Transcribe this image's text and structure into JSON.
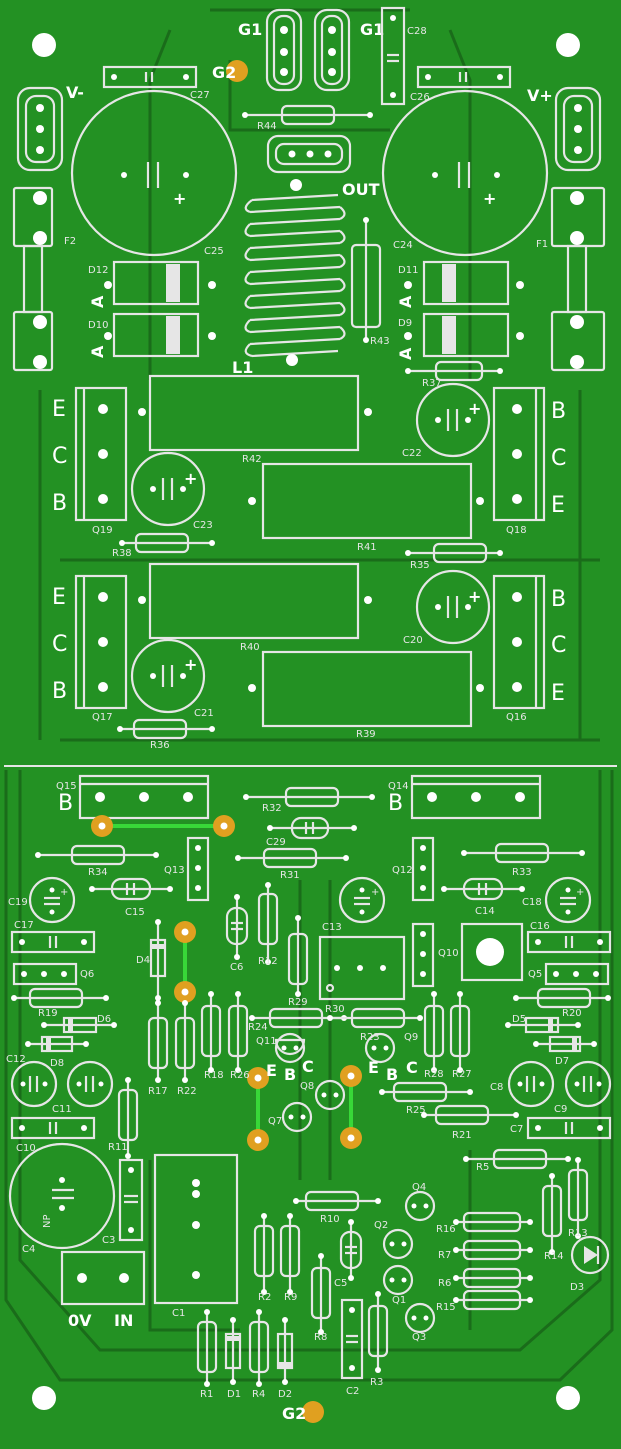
{
  "colors": {
    "board": "#239123",
    "copper": "#1a6c1a",
    "silk": "#e6e6e6",
    "hole": "#ffffff",
    "pad_gold": "#e0a020",
    "jumper": "#38d838"
  },
  "labels": {
    "g1_left": "G1",
    "g1_right": "G1",
    "g2_top": "G2",
    "g2_bottom": "G2",
    "v_minus": "V-",
    "v_plus": "V+",
    "out": "OUT",
    "l1": "L1",
    "zero_v": "0V",
    "in": "IN",
    "np": "NP"
  },
  "refs": {
    "c28": "C28",
    "c27": "C27",
    "c26": "C26",
    "r44": "R44",
    "f2": "F2",
    "f1": "F1",
    "c25": "C25",
    "c24": "C24",
    "d12": "D12",
    "d11": "D11",
    "d10": "D10",
    "d9": "D9",
    "r43": "R43",
    "r37": "R37",
    "r42": "R42",
    "c22": "C22",
    "q19": "Q19",
    "q18": "Q18",
    "c23": "C23",
    "r41": "R41",
    "r38": "R38",
    "r35": "R35",
    "r40": "R40",
    "c20": "C20",
    "c21": "C21",
    "q17": "Q17",
    "q16": "Q16",
    "r39": "R39",
    "r36": "R36",
    "q15": "Q15",
    "q14": "Q14",
    "r32": "R32",
    "c29": "C29",
    "r34": "R34",
    "r31": "R31",
    "r33": "R33",
    "q13": "Q13",
    "q12": "Q12",
    "c19": "C19",
    "c15": "C15",
    "c14": "C14",
    "c18": "C18",
    "c17": "C17",
    "c16": "C16",
    "c6": "C6",
    "r12": "R12",
    "c13": "C13",
    "q10": "Q10",
    "d4": "D4",
    "q6": "Q6",
    "q5": "Q5",
    "r19": "R19",
    "r20": "R20",
    "d6": "D6",
    "d5": "D5",
    "d8": "D8",
    "d7": "D7",
    "c12": "C12",
    "r29": "R29",
    "r30": "R30",
    "r24": "R24",
    "r23": "R23",
    "q11": "Q11",
    "q9": "Q9",
    "r17": "R17",
    "r22": "R22",
    "r18": "R18",
    "r26": "R26",
    "r28": "R28",
    "r27": "R27",
    "q8": "Q8",
    "q7": "Q7",
    "c11": "C11",
    "c10": "C10",
    "c8": "C8",
    "c9": "C9",
    "c7": "C7",
    "r25": "R25",
    "r21": "R21",
    "r11": "R11",
    "r5": "R5",
    "c4": "C4",
    "c3": "C3",
    "c1": "C1",
    "r10": "R10",
    "q4": "Q4",
    "q2": "Q2",
    "r16": "R16",
    "r7": "R7",
    "r6": "R6",
    "r15": "R15",
    "r13": "R13",
    "r14": "R14",
    "d3": "D3",
    "c5": "C5",
    "r2": "R2",
    "r9": "R9",
    "r8": "R8",
    "q1": "Q1",
    "q3": "Q3",
    "c2": "C2",
    "r3": "R3",
    "r1": "R1",
    "d1": "D1",
    "r4": "R4",
    "d2": "D2"
  },
  "pins": {
    "e": "E",
    "c": "C",
    "b": "B",
    "a": "A"
  }
}
